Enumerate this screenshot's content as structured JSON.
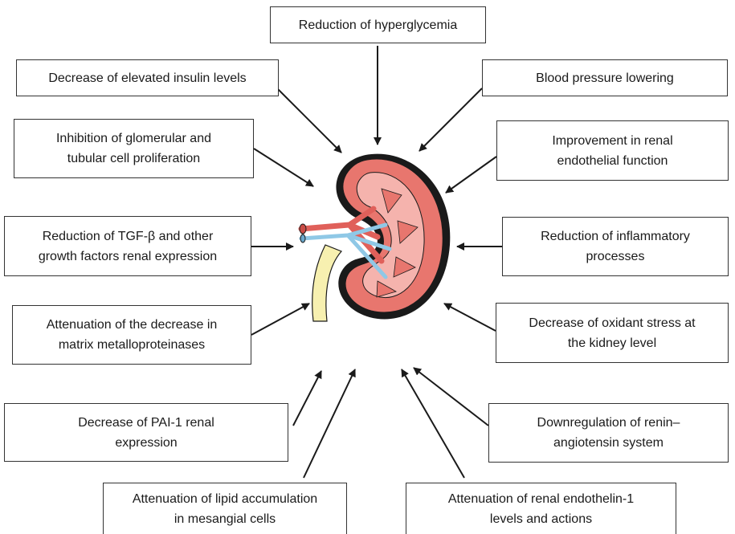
{
  "boxes": {
    "top": [
      "Reduction of hyperglycemia"
    ],
    "left1": [
      "Decrease of elevated insulin levels"
    ],
    "left2": [
      "Inhibition of glomerular and",
      "tubular cell proliferation"
    ],
    "left3": [
      "Reduction of TGF-β and other",
      "growth factors renal expression"
    ],
    "left4": [
      "Attenuation of the decrease in",
      "matrix metalloproteinases"
    ],
    "left5": [
      "Decrease of PAI-1 renal",
      "expression"
    ],
    "bottom_left": [
      "Attenuation of lipid accumulation",
      "in mesangial cells"
    ],
    "right1": [
      "Blood pressure lowering"
    ],
    "right2": [
      "Improvement in renal",
      "endothelial function"
    ],
    "right3": [
      "Reduction of inflammatory",
      "processes"
    ],
    "right4": [
      "Decrease of oxidant stress at",
      "the kidney level"
    ],
    "right5": [
      "Downregulation of renin–",
      "angiotensin system"
    ],
    "bottom_right": [
      "Attenuation of renal endothelin-1",
      "levels and actions"
    ]
  },
  "center_image": "kidney-icon",
  "colors": {
    "kidney_outer": "#e8766e",
    "kidney_inner": "#f5b3ad",
    "kidney_dark": "#1a1a1a",
    "vessel_red": "#e0605a",
    "vessel_blue": "#8fc8e6",
    "ureter": "#f7f0b0"
  }
}
